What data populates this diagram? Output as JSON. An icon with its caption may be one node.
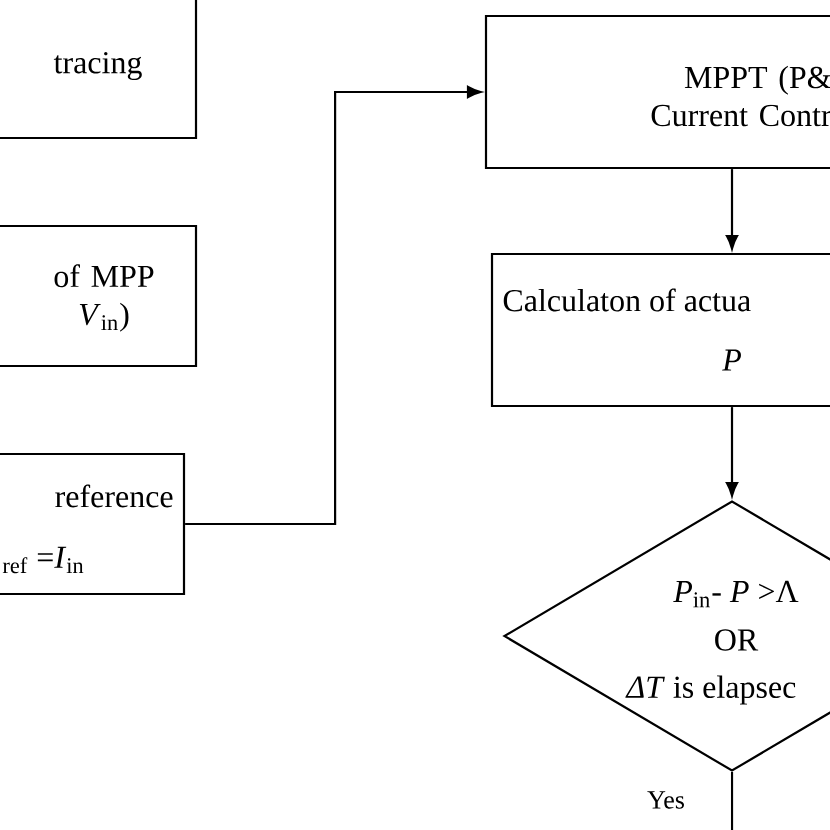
{
  "diagram": {
    "nodes": [
      {
        "text": [
          "tracing"
        ]
      },
      {
        "text": [
          "of MPP *V*$_{in}$)"
        ]
      },
      {
        "text": [
          "reference",
          "$_{ref}$ =*I*$_{in}$"
        ]
      },
      {
        "text": [
          "MPPT (P& Current Contr"
        ]
      },
      {
        "text": [
          "Calculaton of actua",
          "*P*"
        ]
      },
      {
        "text": [
          "*P*$_{in}$- *P* >Λ",
          "OR",
          "*ΔT* is elapsec"
        ]
      }
    ],
    "edges": [
      {
        "from": 2,
        "to": 3,
        "arrow": "to"
      },
      {
        "from": 3,
        "to": 4,
        "arrow": "to"
      },
      {
        "from": 4,
        "to": 5,
        "arrow": "to"
      },
      {
        "from": 5,
        "to": null,
        "arrow": "none",
        "label": "Yes"
      }
    ]
  }
}
